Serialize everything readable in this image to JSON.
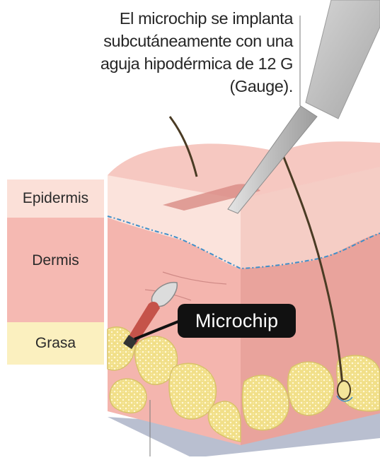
{
  "caption": {
    "lines": [
      "El microchip se implanta",
      "subcutáneamente con una",
      "aguja hipodérmica de 12 G",
      "(Gauge)."
    ]
  },
  "layers": {
    "epidermis": {
      "label": "Epidermis",
      "color": "#fbe0d8"
    },
    "dermis": {
      "label": "Dermis",
      "color": "#f5b9b2"
    },
    "grasa": {
      "label": "Grasa",
      "color": "#fbf0bf"
    }
  },
  "microchip": {
    "label": "Microchip"
  },
  "colors": {
    "skin_top": "#f6c8c1",
    "skin_side_front": "#f4b5ae",
    "skin_side_right": "#e9a39c",
    "fat": "#f4e59a",
    "vein": "#3f8fc9",
    "hair": "#4a3b24",
    "needle": "#c9c9c9",
    "label_bg": "#111111"
  }
}
